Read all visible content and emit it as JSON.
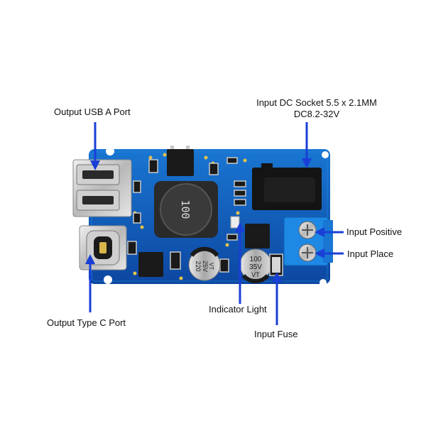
{
  "labels": {
    "usb_a": "Output USB A Port",
    "type_c": "Output Type C Port",
    "dc_socket_line1": "Input DC Socket 5.5 x 2.1MM",
    "dc_socket_line2": "DC8.2-32V",
    "input_positive": "Input Positive",
    "input_place": "Input Place",
    "indicator": "Indicator Light",
    "fuse": "Input Fuse"
  },
  "components": {
    "inductor_marking": "100",
    "cap_left_value": "220",
    "cap_left_voltage": "25V",
    "cap_left_series": "VT",
    "cap_right_value": "100",
    "cap_right_voltage": "35V",
    "cap_right_series": "VT"
  },
  "colors": {
    "pcb": "#1565c0",
    "pcb_dark": "#0d47a1",
    "arrow": "#1a3fd6",
    "terminal": "#1e88e5",
    "chip": "#1a1a1a"
  }
}
